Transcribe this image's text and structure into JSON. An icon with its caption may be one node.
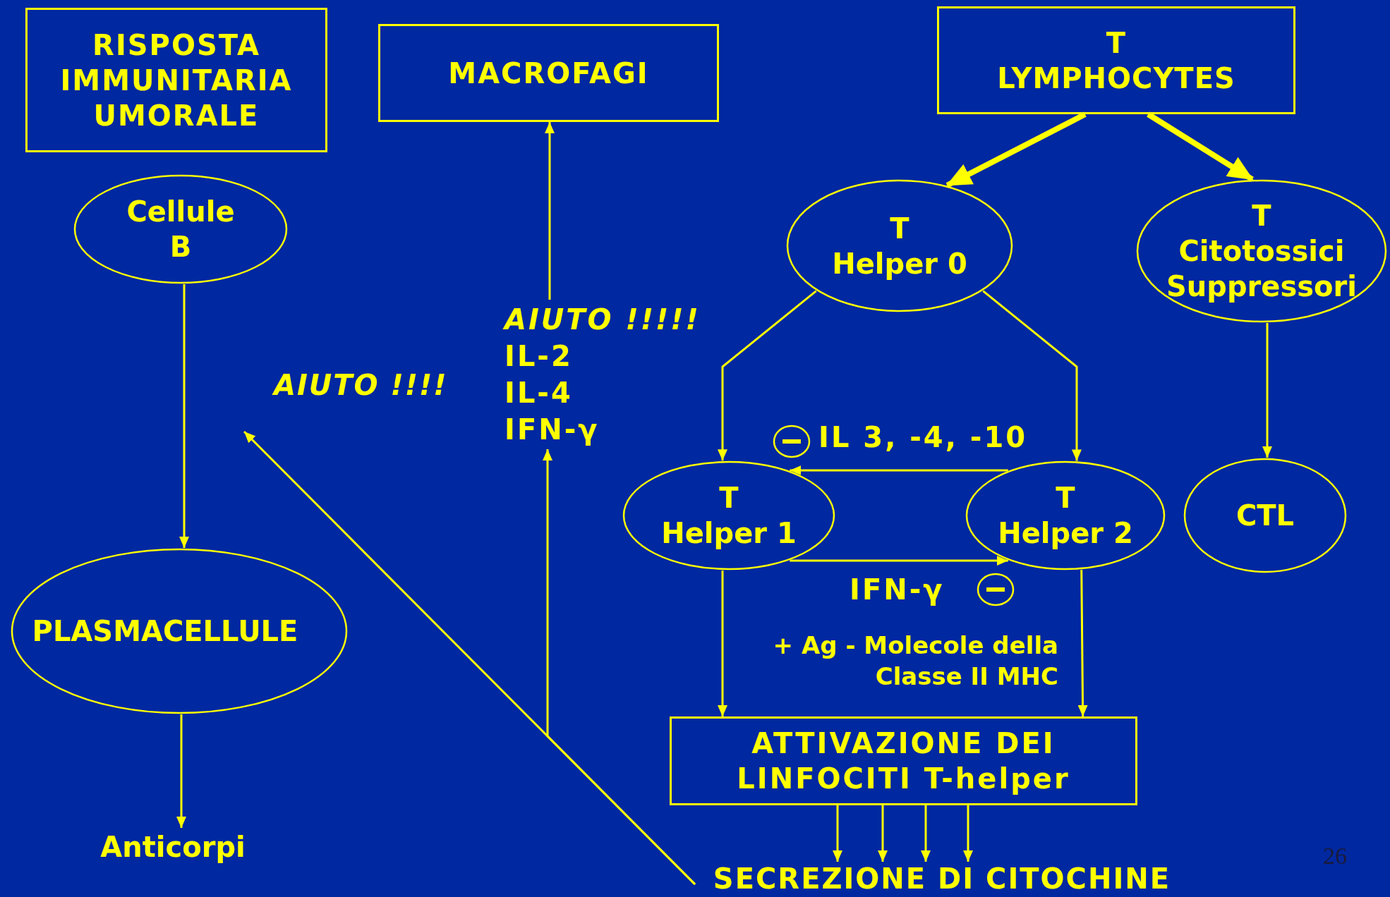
{
  "diagram": {
    "nodes": [
      {
        "text": [
          "RISPOSTA IMMUNITARIA UMORALE"
        ]
      },
      {
        "text": [
          "MACROFAGI"
        ]
      },
      {
        "text": [
          "T LYMPHOCYTES"
        ]
      },
      {
        "text": [
          "Cellule B"
        ]
      },
      {
        "text": [
          "T Helper 0"
        ]
      },
      {
        "text": [
          "T Citotossici Suppressori"
        ]
      },
      {
        "text": [
          "PLASMACELLULE"
        ]
      },
      {
        "text": [
          "T Helper 1"
        ]
      },
      {
        "text": [
          "T Helper 2"
        ]
      },
      {
        "text": [
          "CTL"
        ]
      },
      {
        "text": [
          "Anticorpi"
        ]
      },
      {
        "text": [
          "ATTIVAZIONE DEI LINFOCITI T-helper"
        ]
      },
      {
        "text": [
          "SECREZIONE DI CITOCHINE"
        ]
      },
      {
        "text": [
          "AIUTO !!!!!",
          "IL-2",
          "IL-4",
          "IFN-γ"
        ]
      }
    ],
    "edges": [
      {
        "from": 3,
        "to": 6,
        "arrow": "to"
      },
      {
        "from": 6,
        "to": 10,
        "arrow": "to"
      },
      {
        "from": 2,
        "to": 4,
        "arrow": "to",
        "style": "thick"
      },
      {
        "from": 2,
        "to": 5,
        "arrow": "to",
        "style": "thick"
      },
      {
        "from": 4,
        "to": 7,
        "arrow": "to"
      },
      {
        "from": 4,
        "to": 8,
        "arrow": "to"
      },
      {
        "from": 5,
        "to": 9,
        "arrow": "to"
      },
      {
        "from": 8,
        "to": 7,
        "arrow": "to",
        "label": "IL 3, -4, -10"
      },
      {
        "from": 7,
        "to": 8,
        "arrow": "to",
        "label": "IFN-γ"
      },
      {
        "from": 7,
        "to": 11,
        "arrow": "to"
      },
      {
        "from": 8,
        "to": 11,
        "arrow": "to"
      },
      {
        "from": 11,
        "to": 12,
        "arrow": "to"
      },
      {
        "from": 11,
        "to": 12,
        "arrow": "to"
      },
      {
        "from": 11,
        "to": 12,
        "arrow": "to"
      },
      {
        "from": 11,
        "to": 12,
        "arrow": "to"
      },
      {
        "from": 12,
        "to": null,
        "arrow": "to"
      },
      {
        "from": 12,
        "to": 13,
        "arrow": "to"
      },
      {
        "from": 13,
        "to": 1,
        "arrow": "to"
      }
    ],
    "labels": [
      "AIUTO !!!!",
      "+ Ag - Molecole della Classe II MHC",
      "26"
    ]
  }
}
